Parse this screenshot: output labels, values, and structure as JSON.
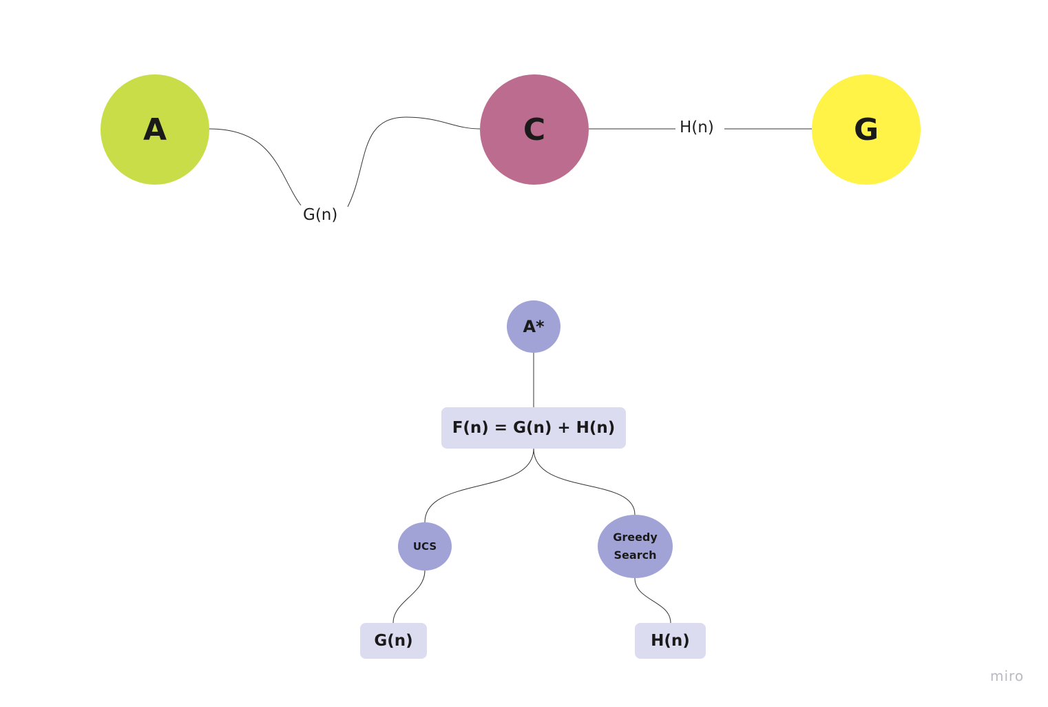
{
  "top_row": {
    "node_a": {
      "label": "A",
      "color": "#c8dd48"
    },
    "node_c": {
      "label": "C",
      "color": "#bc6c8e"
    },
    "node_g": {
      "label": "G",
      "color": "#fef346"
    },
    "edge_ac_label": "G(n)",
    "edge_cg_label": "H(n)"
  },
  "tree": {
    "root": {
      "label": "A*",
      "color": "#a1a3d6"
    },
    "formula": {
      "label": "F(n) = G(n) + H(n)",
      "color": "#dcdcf0"
    },
    "ucs": {
      "label": "UCS",
      "color": "#a1a3d6"
    },
    "greedy": {
      "label": "Greedy Search",
      "color": "#a1a3d6"
    },
    "leaf_g": {
      "label": "G(n)",
      "color": "#dcdcf0"
    },
    "leaf_h": {
      "label": "H(n)",
      "color": "#dcdcf0"
    }
  },
  "watermark": "miro"
}
